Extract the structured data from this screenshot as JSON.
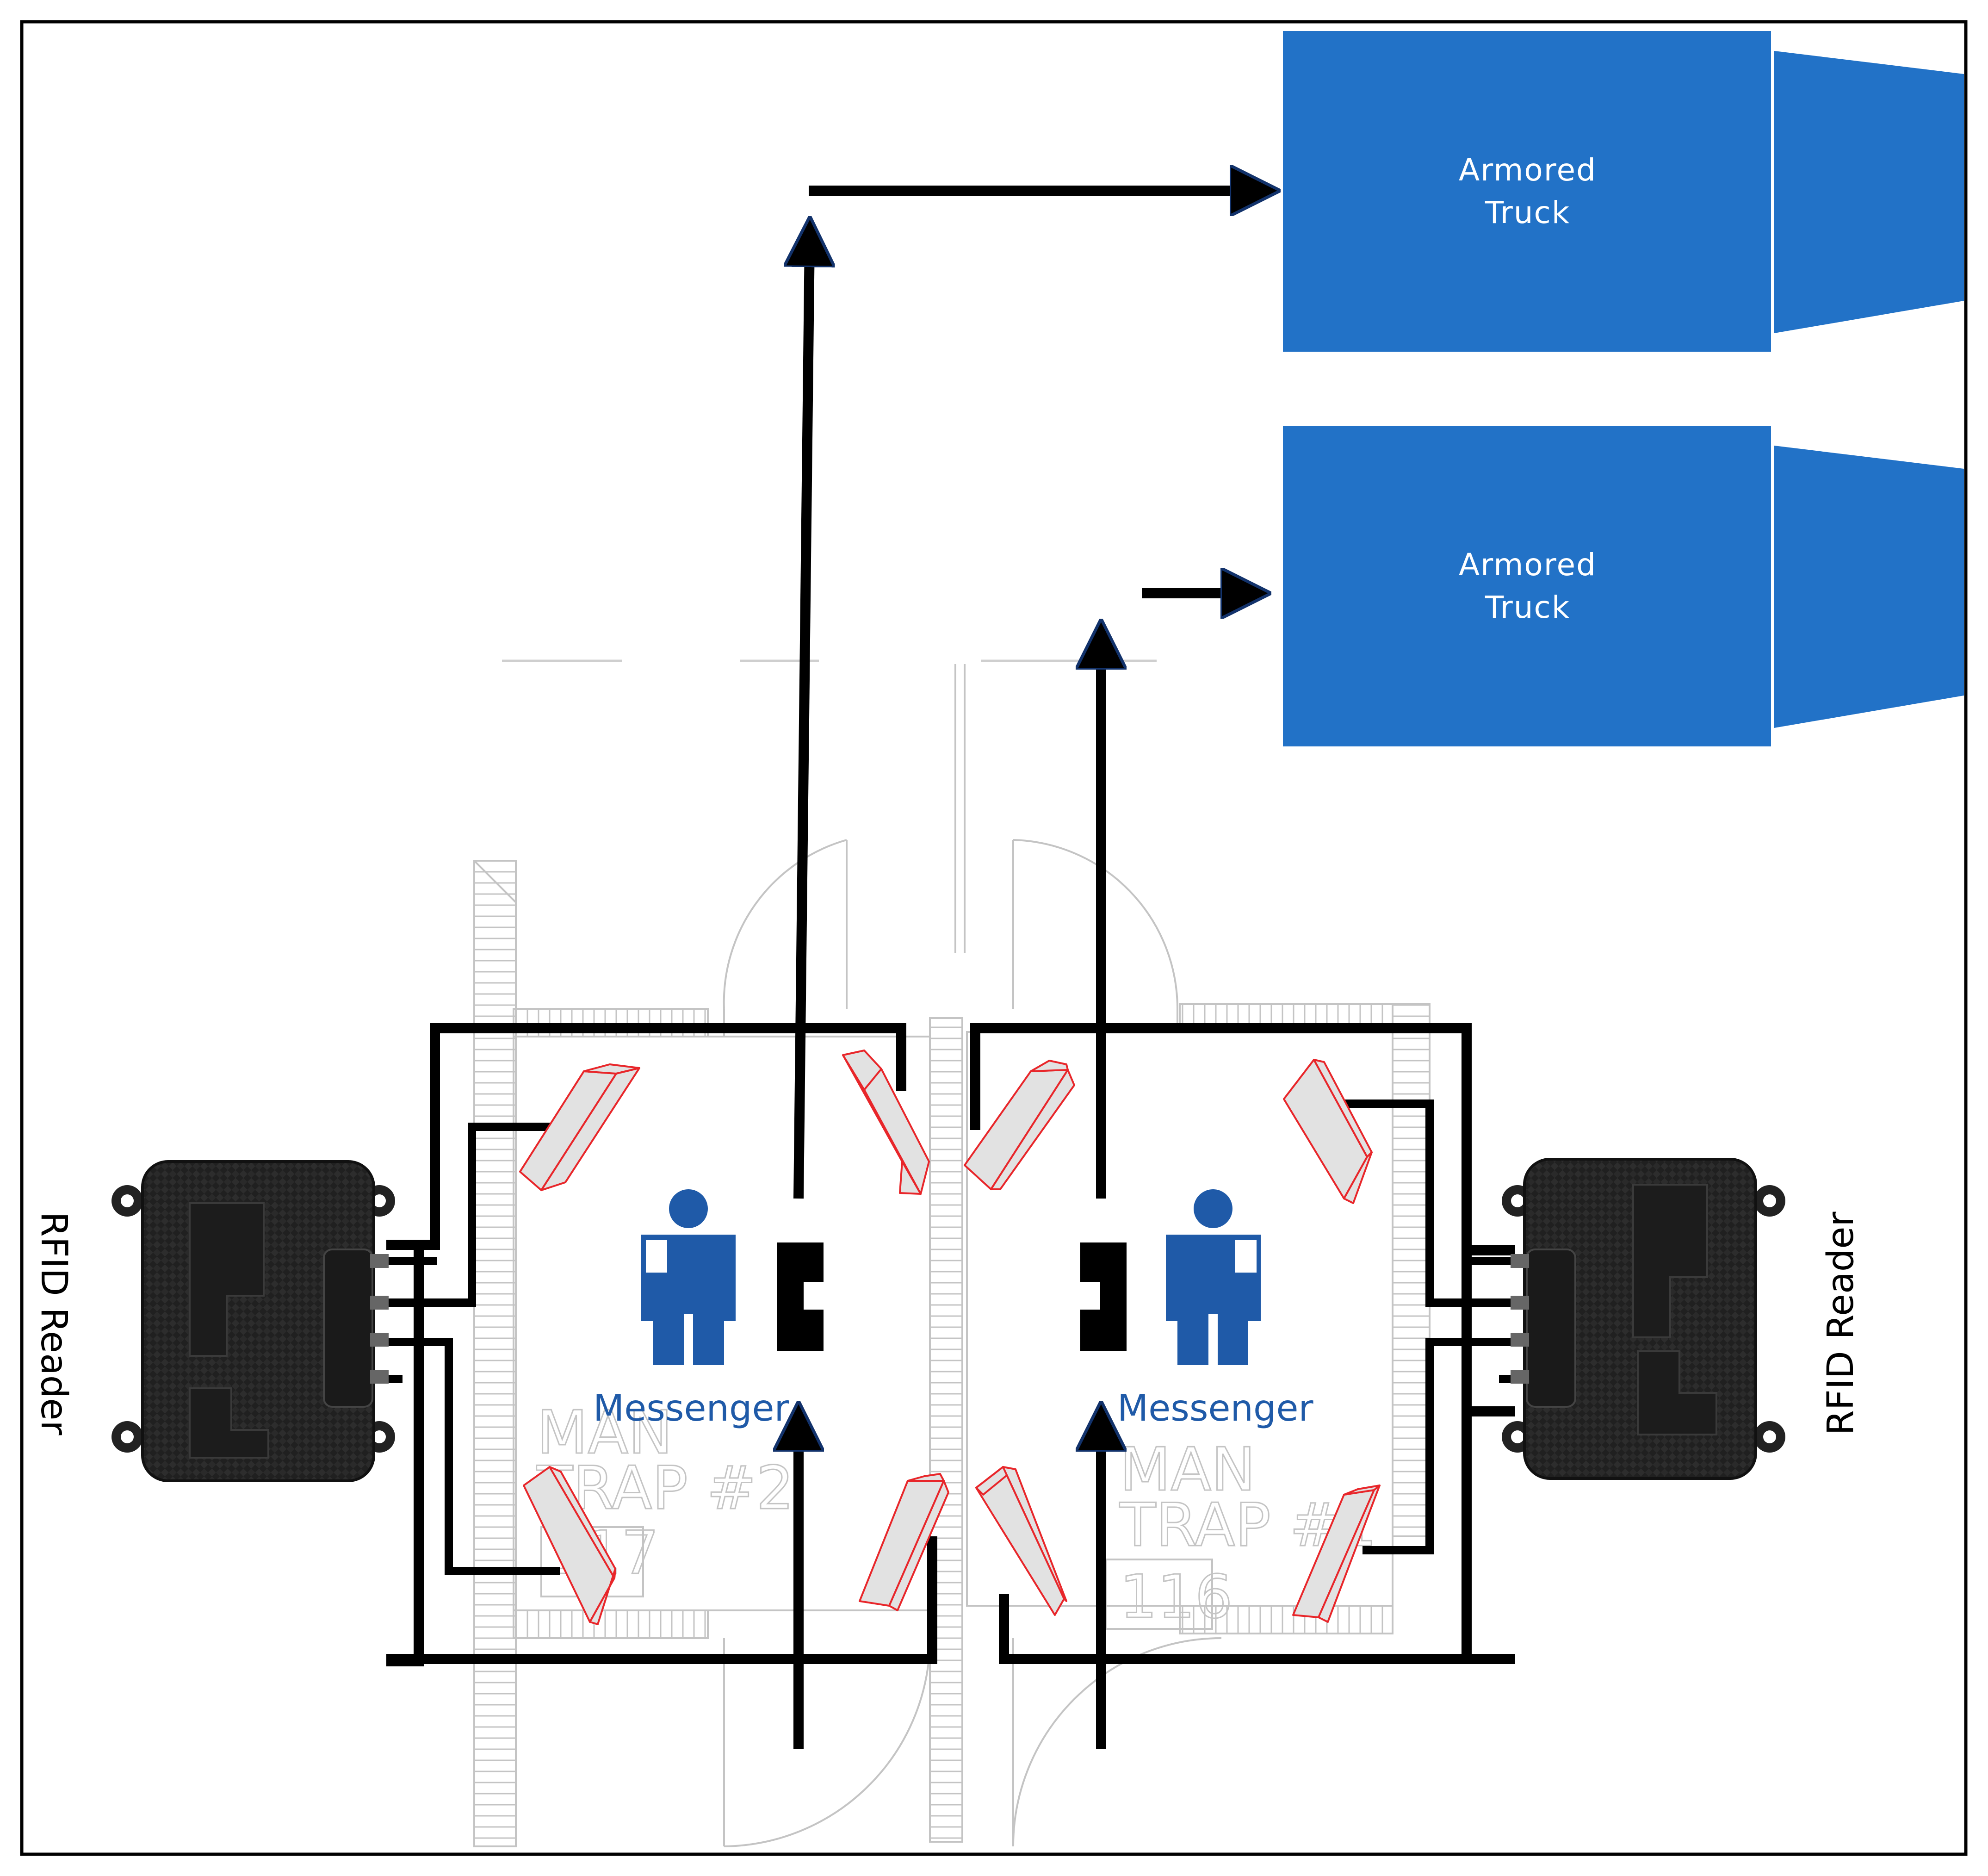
{
  "trucks": [
    {
      "label_line1": "Armored",
      "label_line2": "Truck"
    },
    {
      "label_line1": "Armored",
      "label_line2": "Truck"
    }
  ],
  "messengers": [
    {
      "label": "Messenger"
    },
    {
      "label": "Messenger"
    }
  ],
  "readers": [
    {
      "label": "RFID Reader"
    },
    {
      "label": "RFID Reader"
    }
  ],
  "floorplan": {
    "rooms": [
      {
        "name_line1": "MAN",
        "name_line2": "TRAP #2",
        "number": "117"
      },
      {
        "name_line1": "MAN",
        "name_line2": "TRAP #1",
        "number": "116"
      }
    ]
  },
  "colors": {
    "truck": "#2272c7",
    "person": "#1f5aa8",
    "antenna_outline": "#e8262a",
    "antenna_fill": "#e2e2e2",
    "cable": "#000000",
    "arrow": "#000000",
    "floorplan": "#c4c4c4"
  },
  "icons": {
    "reader": "rfid-reader-icon",
    "antenna": "rfid-antenna-icon",
    "person": "person-icon",
    "turnstile": "turnstile-icon",
    "truck": "armored-truck-icon"
  }
}
